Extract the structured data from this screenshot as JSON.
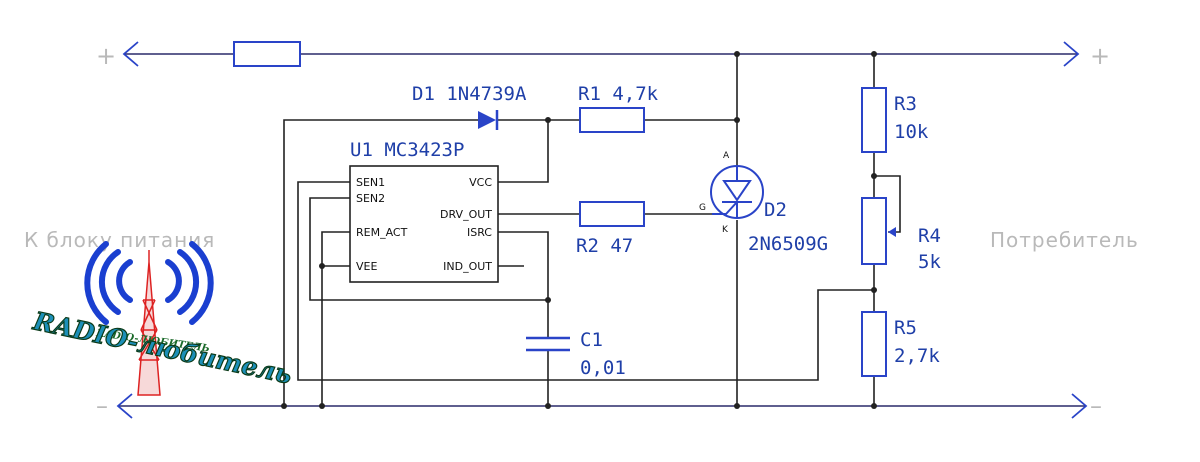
{
  "left_label": "К блоку питания",
  "right_label": "Потребитель",
  "polarity": {
    "plus": "+",
    "minus": "–"
  },
  "u1": {
    "name": "U1 MC3423P",
    "pins": {
      "sen1": "SEN1",
      "sen2": "SEN2",
      "rem_act": "REM_ACT",
      "vee": "VEE",
      "vcc": "VCC",
      "drv_out": "DRV_OUT",
      "isrc": "ISRC",
      "ind_out": "IND_OUT"
    }
  },
  "d1": {
    "name": "D1 1N4739A"
  },
  "r1": {
    "name": "R1 4,7k"
  },
  "r2": {
    "name": "R2 47"
  },
  "c1": {
    "name": "C1",
    "value": "0,01"
  },
  "d2": {
    "name": "D2",
    "part": "2N6509G",
    "pins": {
      "a": "A",
      "g": "G",
      "k": "K"
    }
  },
  "r3": {
    "name": "R3",
    "value": "10k"
  },
  "r4": {
    "name": "R4",
    "value": "5k"
  },
  "r5": {
    "name": "R5",
    "value": "2,7k"
  },
  "logo": {
    "text_small": "RADIO-ЛЮБИТЕЛЬ",
    "text_big": "RADIO-любитель"
  },
  "colors": {
    "component": "#2a44c8",
    "label": "#1f3fa8",
    "wire": "#222222",
    "side_text": "#b9b9b9"
  }
}
